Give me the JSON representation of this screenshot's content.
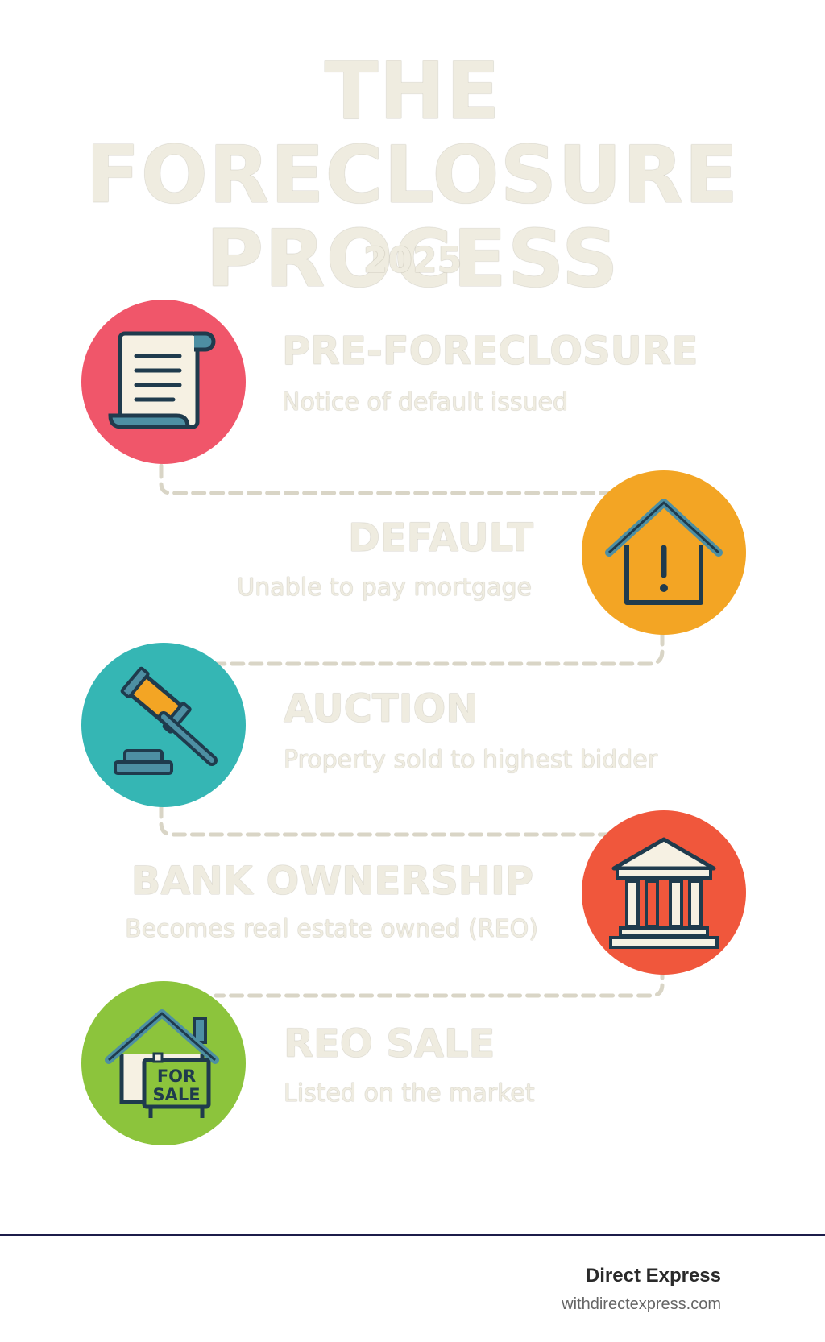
{
  "title_line1": "THE FORECLOSURE",
  "title_line2": "PROCESS",
  "year": "2025",
  "colors": {
    "step1": "#f0566a",
    "step2": "#f3a524",
    "step3": "#35b6b4",
    "step4": "#f0573c",
    "step5": "#8cc43c",
    "icon_outline": "#1f3b4d",
    "icon_accent": "#4d8fa3",
    "icon_paper": "#f6f1e3"
  },
  "steps": [
    {
      "title": "PRE-FORECLOSURE",
      "description": "Notice of default issued",
      "icon": "scroll-icon"
    },
    {
      "title": "DEFAULT",
      "description": "Unable to pay mortgage",
      "icon": "house-warning-icon"
    },
    {
      "title": "AUCTION",
      "description": "Property sold to highest bidder",
      "icon": "gavel-icon"
    },
    {
      "title": "BANK OWNERSHIP",
      "description": "Becomes real estate owned (REO)",
      "icon": "bank-icon"
    },
    {
      "title": "REO SALE",
      "description": "Listed on the market",
      "icon": "house-for-sale-icon",
      "sign_line1": "FOR",
      "sign_line2": "SALE"
    }
  ],
  "footer": {
    "brand": "Direct Express",
    "url": "withdirectexpress.com"
  }
}
